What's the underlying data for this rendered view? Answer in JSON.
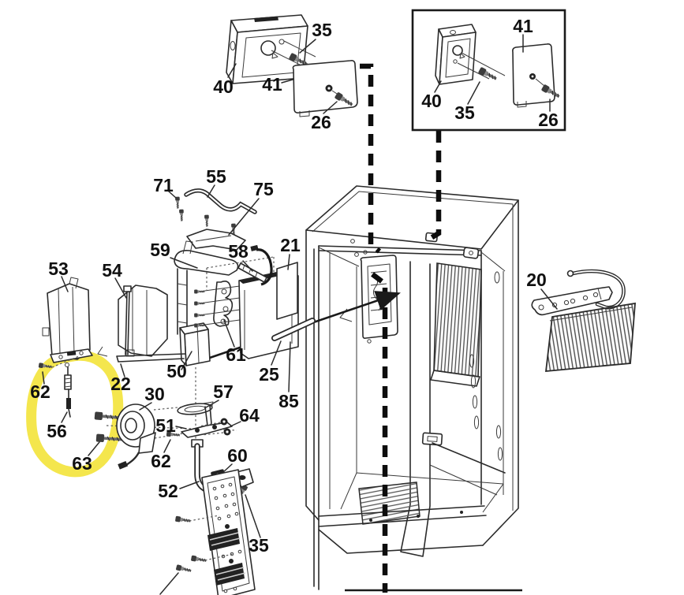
{
  "figure": {
    "kind": "exploded-parts-diagram",
    "subject": "refrigerator ice maker and freezer compartment service parts",
    "background": "#ffffff",
    "line_color": "#2b2b2b"
  },
  "highlight": {
    "color": "#f2e22e",
    "style": "hand-drawn loop",
    "highlighted_part_label": "56"
  },
  "callouts": [
    {
      "id": "screw-35-top",
      "label": "35"
    },
    {
      "id": "part-40-box",
      "label": "40"
    },
    {
      "id": "part-41-cover",
      "label": "41"
    },
    {
      "id": "screw-26",
      "label": "26"
    },
    {
      "id": "inset-part-41",
      "label": "41"
    },
    {
      "id": "inset-part-40",
      "label": "40"
    },
    {
      "id": "inset-screw-35",
      "label": "35"
    },
    {
      "id": "inset-screw-26",
      "label": "26"
    },
    {
      "id": "part-71-screws",
      "label": "71"
    },
    {
      "id": "part-55-bracket",
      "label": "55"
    },
    {
      "id": "part-75-blade",
      "label": "75"
    },
    {
      "id": "part-59-frame",
      "label": "59"
    },
    {
      "id": "part-58-wire",
      "label": "58"
    },
    {
      "id": "part-21-panel",
      "label": "21"
    },
    {
      "id": "part-53-panel",
      "label": "53"
    },
    {
      "id": "part-54-panel",
      "label": "54"
    },
    {
      "id": "part-22-support",
      "label": "22"
    },
    {
      "id": "part-50-body",
      "label": "50"
    },
    {
      "id": "part-61-module",
      "label": "61"
    },
    {
      "id": "part-25-cover",
      "label": "25"
    },
    {
      "id": "part-85-tube",
      "label": "85"
    },
    {
      "id": "screw-62-left",
      "label": "62"
    },
    {
      "id": "part-56-spring",
      "label": "56"
    },
    {
      "id": "screws-63",
      "label": "63"
    },
    {
      "id": "part-30-motor",
      "label": "30"
    },
    {
      "id": "part-51-bracket",
      "label": "51"
    },
    {
      "id": "screw-62-center",
      "label": "62"
    },
    {
      "id": "part-57-ring",
      "label": "57"
    },
    {
      "id": "part-64-nuts",
      "label": "64"
    },
    {
      "id": "part-60-clip",
      "label": "60"
    },
    {
      "id": "part-52-tube",
      "label": "52"
    },
    {
      "id": "screw-35-bottom",
      "label": "35"
    },
    {
      "id": "part-20-drain",
      "label": "20"
    }
  ]
}
